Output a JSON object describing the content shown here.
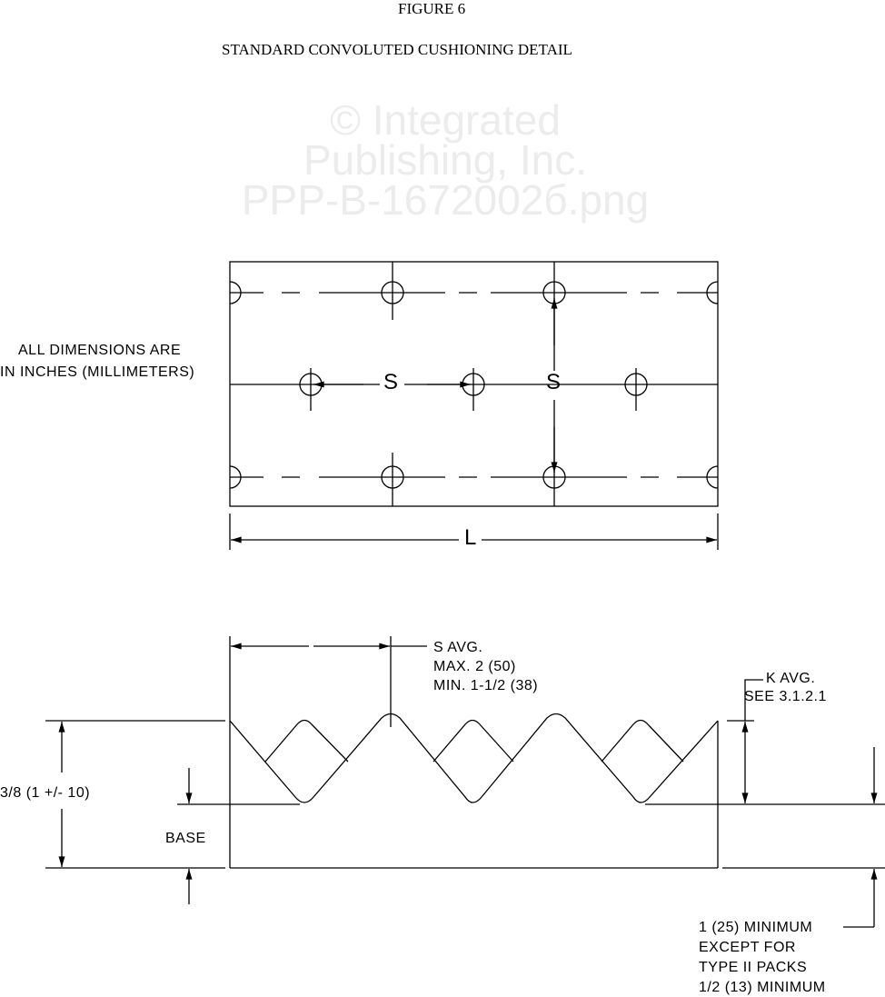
{
  "figure": {
    "number": "FIGURE 6",
    "title": "STANDARD CONVOLUTED CUSHIONING DETAIL"
  },
  "note": {
    "line1": "ALL DIMENSIONS ARE",
    "line2": "IN INCHES (MILLIMETERS)"
  },
  "plan_view": {
    "s_horizontal": "S",
    "s_vertical": "S",
    "length": "L"
  },
  "profile_view": {
    "s_avg": {
      "line1": "S AVG.",
      "line2": "MAX. 2 (50)",
      "line3": "MIN. 1-1/2 (38)"
    },
    "k_avg": {
      "line1": "K AVG.",
      "line2": "SEE 3.1.2.1"
    },
    "height": "3/8 (1 +/- 10)",
    "base": "BASE",
    "base_min": {
      "line1": "1 (25) MINIMUM",
      "line2": "EXCEPT FOR",
      "line3": "TYPE II PACKS",
      "line4": "1/2 (13) MINIMUM"
    }
  },
  "watermark": {
    "line1": "© Integrated",
    "line2": "Publishing, Inc.",
    "line3": "PPP-B-1672002б.png"
  }
}
